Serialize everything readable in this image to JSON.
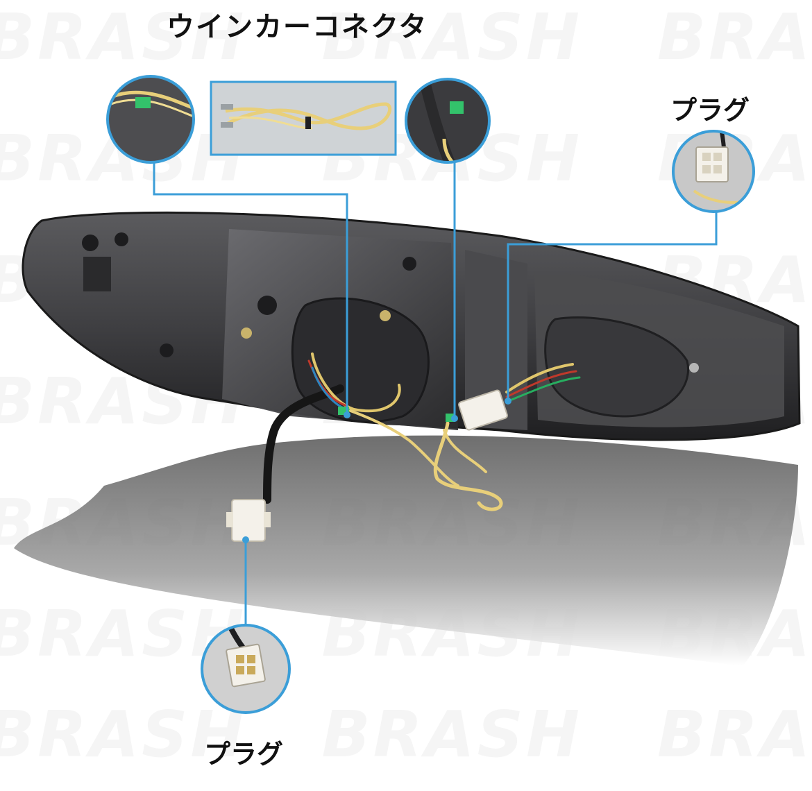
{
  "labels": {
    "title": "ウインカーコネクタ",
    "plug_right": "プラグ",
    "plug_bottom": "プラグ"
  },
  "watermark": {
    "text": "BRASH"
  },
  "colors": {
    "accent_line": "#3b9ed8",
    "wire_yellow": "#e8cf7a",
    "housing_dark": "#3a3a3c",
    "connector_green": "#33c26b"
  },
  "icons": {
    "callout": "magnified-circle",
    "connector": "white-plug-connector"
  }
}
